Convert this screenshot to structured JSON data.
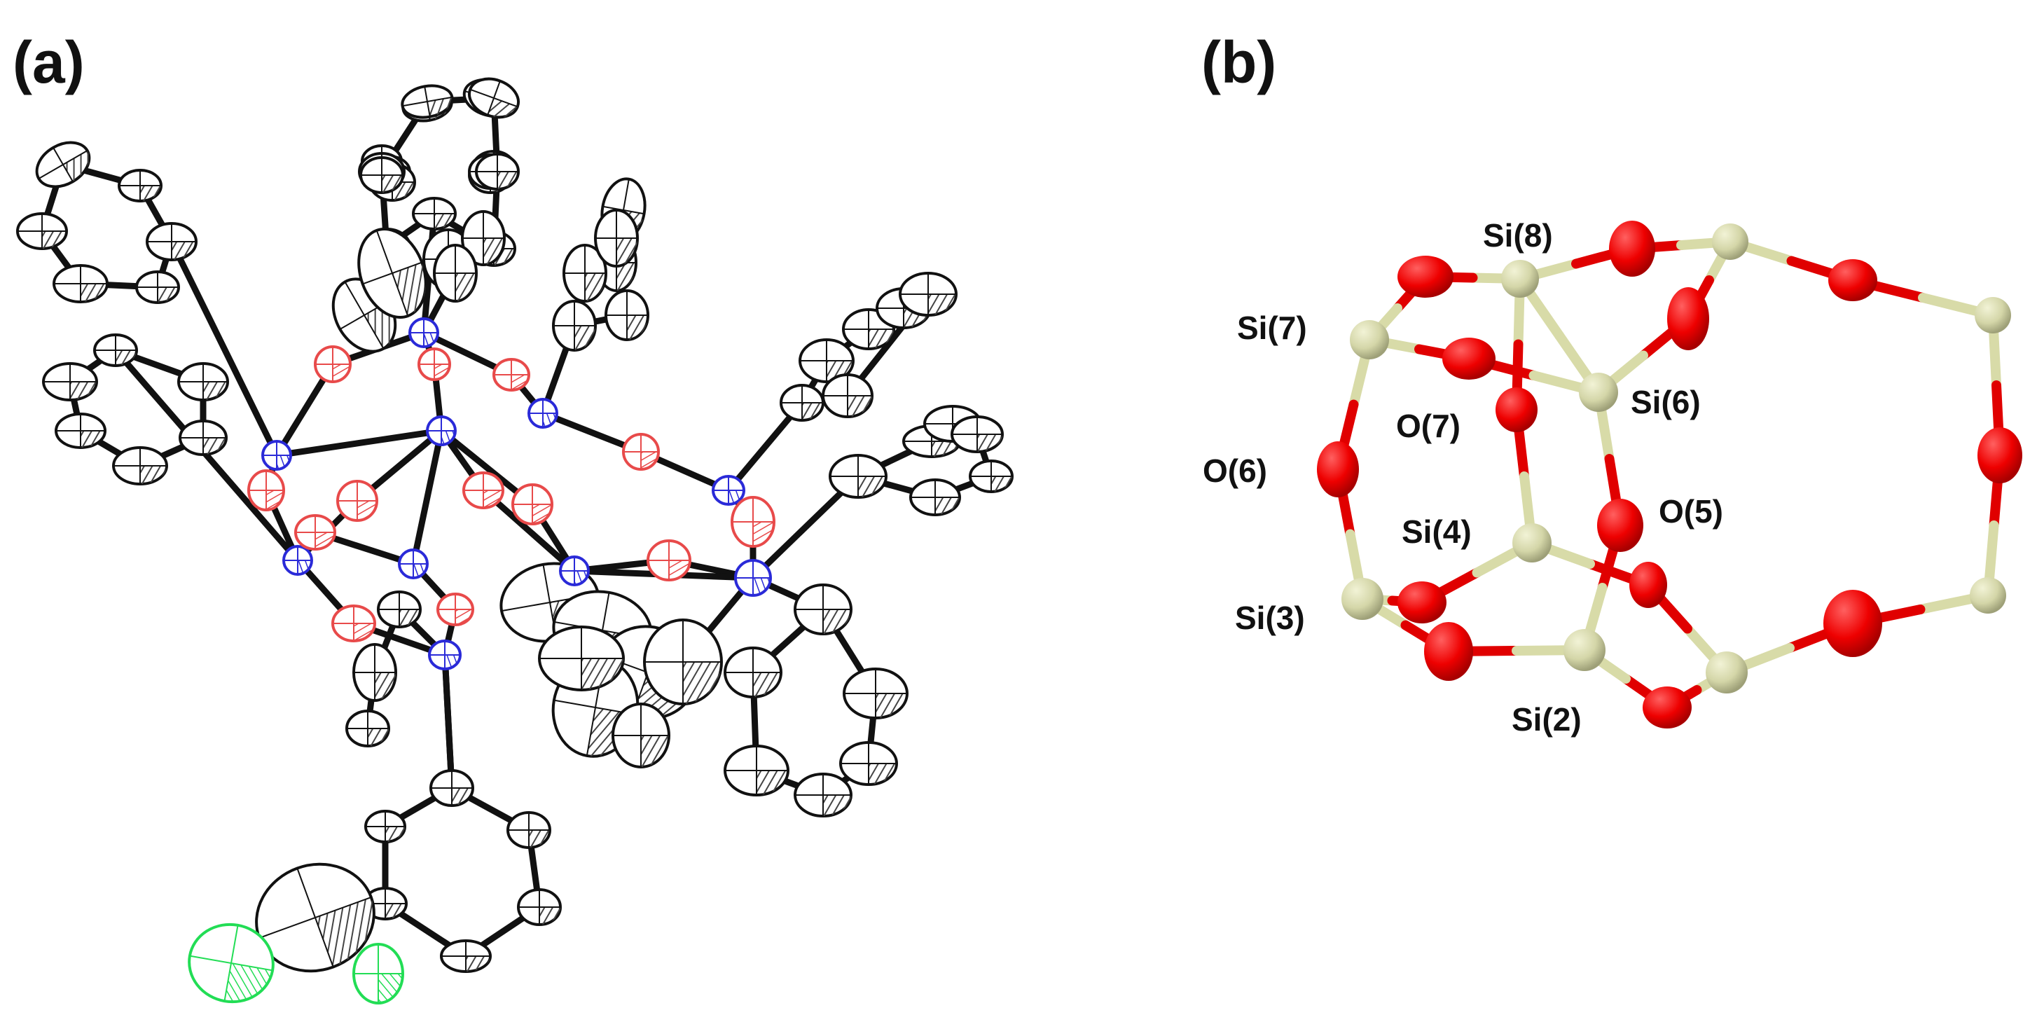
{
  "panels": [
    {
      "label": "(a)"
    },
    {
      "label": "(b)"
    }
  ],
  "panel_b_labels": [
    "Si(8)",
    "Si(7)",
    "Si(6)",
    "O(7)",
    "O(6)",
    "Si(4)",
    "O(5)",
    "Si(3)",
    "Si(2)"
  ],
  "colors": {
    "carbon": "#ffffff",
    "silicon_ortep": "#2a2ad8",
    "oxygen_ortep": "#e84a4a",
    "chlorine": "#22dd55",
    "silicon_ball": "#d4d6a8",
    "oxygen_ball": "#ee0000",
    "bond_b_si": "#d8dba8",
    "bond_b_o": "#e00000"
  }
}
